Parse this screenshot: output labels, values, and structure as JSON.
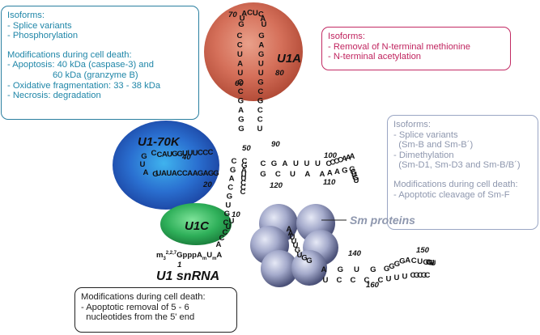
{
  "proteins": {
    "u1a": "U1A",
    "u1_70k": "U1-70K",
    "u1c": "U1C",
    "sm": "Sm proteins"
  },
  "rna_label": "U1 snRNA",
  "cap": {
    "prefix": "m",
    "sub": "3",
    "sup": "2,2,7",
    "body": "Gppp",
    "a": "A",
    "am": "m",
    "u": "U",
    "um": "m",
    "end": "A",
    "pos": "1"
  },
  "boxes": {
    "teal": {
      "lines": [
        "Isoforms:",
        "- Splice variants",
        "- Phosphorylation",
        "",
        "Modifications during cell death:",
        "- Apoptosis: 40 kDa (caspase-3) and",
        "                  60 kDa (granzyme B)",
        "- Oxidative fragmentation: 33 - 38 kDa",
        "- Necrosis: degradation"
      ]
    },
    "pink": {
      "lines": [
        "Isoforms:",
        "- Removal of N-terminal methionine",
        "- N-terminal acetylation"
      ]
    },
    "grey": {
      "lines": [
        "Isoforms:",
        "- Splice variants",
        "  (Sm-B and Sm-B´)",
        "- Dimethylation",
        "  (Sm-D1, Sm-D3 and Sm-B/B´)",
        "",
        "Modifications during cell death:",
        "-  Apoptotic cleavage of Sm-F"
      ]
    },
    "black": {
      "lines": [
        "Modifications during cell death:",
        "- Apoptotic removal of 5 - 6",
        "  nucleotides from the 5' end"
      ]
    }
  },
  "positions": [
    "70",
    "80",
    "60",
    "50",
    "90",
    "40",
    "20",
    "10",
    "100",
    "110",
    "120",
    "140",
    "150",
    "160"
  ],
  "sequences": {
    "hp2_loop": "GUACUCAU",
    "hp2_left": "CCUAUCCGAGG",
    "hp2_right": "GAGUUGCGCCU",
    "hp1_top": "CAUGGUUUCCC",
    "hp1_bottom": "UAUACCAAGAGG",
    "hp1_loop": "CGUAG",
    "stem_left": "CGACGUGC",
    "stem_right": "CGAUUCCC",
    "arm_top": "CGAUUUCCCCAAA",
    "arm_bottom": "GCUAAAAGGGUGU",
    "sm_site": "AAUUUGUGG",
    "tail_top": "AGUGGGGGACUGCGUU",
    "tail_bottom": "UCCCCUUUCGCGC"
  }
}
